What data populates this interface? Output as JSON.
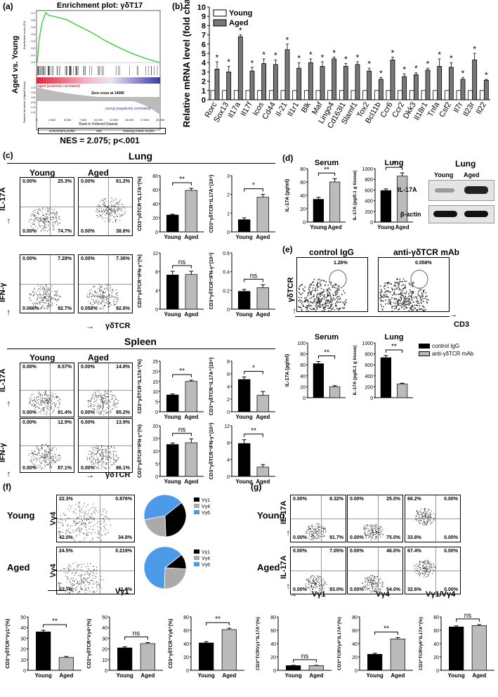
{
  "panels": {
    "a": "(a)",
    "b": "(b)",
    "c": "(c)",
    "d": "(d)",
    "e": "(e)",
    "f": "(f)",
    "g": "(g)"
  },
  "gsea": {
    "title": "Enrichment plot: γδT17",
    "side_label": "Aged vs. Young",
    "y1": "Enrichment score (ES)",
    "y2": "Ranked list metric (Signal2Noise)",
    "x_label": "Rank in Ordered Dataset",
    "pos_note": "aged (positively correlated)",
    "neg_note": "young (negatively correlated)",
    "zero_cross": "Zero cross at 14096",
    "legend": [
      "Enrichment profile",
      "Hits",
      "Ranking metric scores"
    ],
    "nes": "NES = 2.075; p<.001",
    "yticks": [
      "0.7",
      "0.6",
      "0.5",
      "0.4",
      "0.3",
      "0.2",
      "0.1",
      "0.0"
    ],
    "y2ticks": [
      "1.0",
      "0.5",
      "0.0",
      "-0.5",
      "-1.0",
      "-1.5"
    ],
    "xticks": [
      "0",
      "2,500",
      "5,000",
      "7,500",
      "10,000",
      "12,500",
      "15,000",
      "17,500",
      "20,000"
    ]
  },
  "labels": {
    "lung": "Lung",
    "spleen": "Spleen",
    "young": "Young",
    "aged": "Aged",
    "il17a": "IL-17A",
    "ifng": "IFN-γ",
    "gdtcr": "γδTCR",
    "cd3": "CD3",
    "vg4": "Vγ4",
    "vg1": "Vγ1",
    "vg14": "Vγ1/Vγ4",
    "control_igg": "control IgG",
    "anti_gdtcr": "anti-γδTCR mAb",
    "serum": "Serum",
    "beta_actin": "β-actin",
    "arrow": "→"
  },
  "flow": {
    "c_lung_il17a": [
      [
        "0.00%",
        "25.3%",
        "0.00%",
        "74.7%"
      ],
      [
        "0.00%",
        "61.2%",
        "0.00%",
        "38.8%"
      ]
    ],
    "c_lung_ifng": [
      [
        "0.00%",
        "7.28%",
        "0.066%",
        "92.7%"
      ],
      [
        "0.00%",
        "7.36%",
        "0.058%",
        "92.6%"
      ]
    ],
    "c_spleen_il17a": [
      [
        "0.00%",
        "8.57%",
        "0.00%",
        "91.4%"
      ],
      [
        "0.00%",
        "14.8%",
        "0.00%",
        "85.2%"
      ]
    ],
    "c_spleen_ifng": [
      [
        "0.00%",
        "12.9%",
        "0.00%",
        "87.1%"
      ],
      [
        "0.00%",
        "13.9%",
        "0.00%",
        "86.1%"
      ]
    ],
    "e": [
      "1.26%",
      "0.058%"
    ],
    "f_young": [
      "22.3%",
      "0.876%",
      "42.0%",
      "34.8%"
    ],
    "f_aged": [
      "24.5%",
      "0.219%",
      "63.7%",
      "11.6%"
    ],
    "g_young": [
      [
        "0.00%",
        "8.32%",
        "0.00%",
        "91.7%"
      ],
      [
        "0.00%",
        "25.0%",
        "0.00%",
        "75.0%"
      ],
      [
        "66.2%",
        "0.00%",
        "33.8%",
        "0.00%"
      ]
    ],
    "g_aged": [
      [
        "0.00%",
        "7.05%",
        "0.00%",
        "93.0%"
      ],
      [
        "0.00%",
        "46.0%",
        "0.00%",
        "54.0%"
      ],
      [
        "67.4%",
        "0.00%",
        "32.6%",
        "0.00%"
      ]
    ]
  },
  "chart_data": [
    {
      "id": "b",
      "type": "bar",
      "ylabel": "Relative mRNA level (fold change)",
      "ylim": [
        0,
        10
      ],
      "yticks": [
        0,
        1,
        2,
        3,
        4,
        5,
        6,
        7,
        8,
        9,
        10
      ],
      "legend": [
        "Young",
        "Aged"
      ],
      "categories": [
        "Rorc",
        "Sox13",
        "Il17a",
        "Il17f",
        "Icos",
        "Cd44",
        "Il-21",
        "Il1r1",
        "Blk",
        "Maf",
        "Lingo4",
        "Cd163l1",
        "Slamf1",
        "Tox2",
        "Bcl11b",
        "Ccr6",
        "Ccr2",
        "Dkk3",
        "Il18r1",
        "Tnfa",
        "Csf2",
        "Il7r",
        "Il23r",
        "Il22"
      ],
      "series": [
        {
          "name": "Young",
          "values": [
            1,
            1,
            1,
            1,
            1,
            1,
            1,
            1,
            1,
            1,
            1,
            1,
            1,
            1,
            1,
            1,
            1,
            1,
            1,
            1,
            1,
            1,
            1,
            1
          ]
        },
        {
          "name": "Aged",
          "values": [
            3.3,
            3.0,
            6.8,
            3.1,
            3.9,
            3.8,
            5.4,
            3.4,
            4.0,
            3.6,
            4.4,
            3.6,
            3.8,
            3.1,
            2.2,
            4.3,
            2.5,
            2.7,
            3.2,
            3.6,
            3.5,
            2.2,
            4.3,
            2.1
          ]
        }
      ],
      "errors": [
        0.8,
        0.6,
        0.2,
        0.4,
        0.5,
        0.5,
        0.6,
        0.6,
        0.4,
        0.5,
        0.2,
        0.3,
        0.3,
        0.3,
        0.2,
        0.3,
        0.3,
        0.2,
        0.2,
        0.8,
        0.5,
        0.2,
        0.7,
        0.1
      ],
      "star": "*"
    },
    {
      "id": "c1",
      "type": "bar",
      "ylabel": "CD3⁺γδTCR⁺IL17A⁺(%)",
      "ylim": [
        0,
        80
      ],
      "yticks": [
        0,
        20,
        40,
        60,
        80
      ],
      "categories": [
        "Young",
        "Aged"
      ],
      "values": [
        24,
        59
      ],
      "errors": [
        1,
        3
      ],
      "sig": "**"
    },
    {
      "id": "c2",
      "type": "bar",
      "ylabel": "CD3⁺γδTCR⁺IL17A⁺(10⁴)",
      "ylim": [
        0,
        3
      ],
      "yticks": [
        0,
        1,
        2,
        3
      ],
      "categories": [
        "Young",
        "Aged"
      ],
      "values": [
        0.65,
        1.85
      ],
      "errors": [
        0.1,
        0.15
      ],
      "sig": "*"
    },
    {
      "id": "c3",
      "type": "bar",
      "ylabel": "CD3⁺γδTCR⁺IFN-γ⁺(%)",
      "ylim": [
        0,
        12
      ],
      "yticks": [
        0,
        4,
        8,
        12
      ],
      "categories": [
        "Young",
        "Aged"
      ],
      "values": [
        7.3,
        7.4
      ],
      "errors": [
        0.8,
        0.7
      ],
      "sig": "ns"
    },
    {
      "id": "c4",
      "type": "bar",
      "ylabel": "CD3⁺γδTCR⁺IFN-γ⁺(10⁴)",
      "ylim": [
        0,
        0.6
      ],
      "yticks": [
        0,
        0.2,
        0.4,
        0.6
      ],
      "categories": [
        "Young",
        "Aged"
      ],
      "values": [
        0.19,
        0.23
      ],
      "errors": [
        0.02,
        0.03
      ],
      "sig": "ns"
    },
    {
      "id": "c5",
      "type": "bar",
      "ylabel": "CD3⁺γδTCR⁺IL17A⁺(%)",
      "ylim": [
        0,
        25
      ],
      "yticks": [
        0,
        5,
        10,
        15,
        20,
        25
      ],
      "categories": [
        "Young",
        "Aged"
      ],
      "values": [
        8.3,
        15
      ],
      "errors": [
        0.5,
        0.6
      ],
      "sig": "**"
    },
    {
      "id": "c6",
      "type": "bar",
      "ylabel": "CD3⁺γδTCR⁺IL17A⁺(10⁴)",
      "ylim": [
        0,
        8
      ],
      "yticks": [
        0,
        2,
        4,
        6,
        8
      ],
      "categories": [
        "Young",
        "Aged"
      ],
      "values": [
        5.1,
        2.6
      ],
      "errors": [
        0.4,
        0.6
      ],
      "sig": "*"
    },
    {
      "id": "c7",
      "type": "bar",
      "ylabel": "CD3⁺γδTCR⁺IFN-γ⁺(%)",
      "ylim": [
        0,
        20
      ],
      "yticks": [
        0,
        5,
        10,
        15,
        20
      ],
      "categories": [
        "Young",
        "Aged"
      ],
      "values": [
        12.6,
        13.3
      ],
      "errors": [
        0.6,
        1.5
      ],
      "sig": "ns"
    },
    {
      "id": "c8",
      "type": "bar",
      "ylabel": "CD3⁺γδTCR⁺IFN-γ⁺(10⁴)",
      "ylim": [
        0,
        12
      ],
      "yticks": [
        0,
        4,
        8,
        12
      ],
      "categories": [
        "Young",
        "Aged"
      ],
      "values": [
        7.8,
        2.2
      ],
      "errors": [
        0.9,
        0.6
      ],
      "sig": "**"
    },
    {
      "id": "d1",
      "type": "bar",
      "title": "Serum",
      "ylabel": "IL-17A (pg/ml)",
      "ylim": [
        0,
        80
      ],
      "yticks": [
        0,
        20,
        40,
        60,
        80
      ],
      "categories": [
        "Young",
        "Aged"
      ],
      "values": [
        34,
        60
      ],
      "errors": [
        3,
        5
      ],
      "sig": "**"
    },
    {
      "id": "d2",
      "type": "bar",
      "title": "Lung",
      "ylabel": "IL-17A (pg/0.1 g tissue)",
      "ylim": [
        0,
        1000
      ],
      "yticks": [
        0,
        200,
        400,
        600,
        800,
        1000
      ],
      "categories": [
        "Young",
        "Aged"
      ],
      "values": [
        590,
        860
      ],
      "errors": [
        30,
        60
      ],
      "sig": "*"
    },
    {
      "id": "e1",
      "type": "bar",
      "title": "Serum",
      "ylabel": "IL-17A (pg/ml)",
      "ylim": [
        0,
        100
      ],
      "yticks": [
        0,
        20,
        40,
        60,
        80,
        100
      ],
      "categories": [
        "control IgG",
        "anti-γδTCR mAb"
      ],
      "values": [
        62,
        20
      ],
      "errors": [
        4,
        2
      ],
      "sig": "**"
    },
    {
      "id": "e2",
      "type": "bar",
      "title": "Lung",
      "ylabel": "IL-17A (pg/0.1 g tissue)",
      "ylim": [
        0,
        1000
      ],
      "yticks": [
        0,
        200,
        400,
        600,
        800,
        1000
      ],
      "categories": [
        "control IgG",
        "anti-γδTCR mAb"
      ],
      "values": [
        730,
        250
      ],
      "errors": [
        40,
        15
      ],
      "sig": "**"
    },
    {
      "id": "f1",
      "type": "bar",
      "ylabel": "CD3⁺γδTCR⁺Vγ1⁺(%)",
      "ylim": [
        0,
        50
      ],
      "yticks": [
        0,
        10,
        20,
        30,
        40,
        50
      ],
      "categories": [
        "Young",
        "Aged"
      ],
      "values": [
        36,
        12
      ],
      "errors": [
        1.5,
        1
      ],
      "sig": "**"
    },
    {
      "id": "f2",
      "type": "bar",
      "ylabel": "CD3⁺γδTCR⁺Vγ4⁺(%)",
      "ylim": [
        0,
        50
      ],
      "yticks": [
        0,
        10,
        20,
        30,
        40,
        50
      ],
      "categories": [
        "Young",
        "Aged"
      ],
      "values": [
        21,
        25
      ],
      "errors": [
        1,
        1
      ],
      "sig": "ns"
    },
    {
      "id": "f3",
      "type": "bar",
      "ylabel": "CD3⁺γδTCR⁺Vγ6⁺(%)",
      "ylim": [
        0,
        80
      ],
      "yticks": [
        0,
        20,
        40,
        60,
        80
      ],
      "categories": [
        "Young",
        "Aged"
      ],
      "values": [
        41,
        61
      ],
      "errors": [
        2,
        2
      ],
      "sig": "**"
    },
    {
      "id": "f_pie_young",
      "type": "pie",
      "legend": [
        "Vγ1",
        "Vγ4",
        "Vγ6"
      ],
      "values": [
        34.8,
        22.3,
        42.0
      ]
    },
    {
      "id": "f_pie_aged",
      "type": "pie",
      "legend": [
        "Vγ1",
        "Vγ4",
        "Vγ6"
      ],
      "values": [
        11.6,
        24.5,
        63.7
      ]
    },
    {
      "id": "g1",
      "type": "bar",
      "ylabel": "CD3⁺TCRVγ1⁺IL17A⁺(%)",
      "ylim": [
        0,
        80
      ],
      "yticks": [
        0,
        20,
        40,
        60,
        80
      ],
      "categories": [
        "Young",
        "Aged"
      ],
      "values": [
        7,
        7
      ],
      "errors": [
        0.5,
        0.5
      ],
      "sig": "ns"
    },
    {
      "id": "g2",
      "type": "bar",
      "ylabel": "CD3⁺TCRVγ4⁺IL17A⁺(%)",
      "ylim": [
        0,
        80
      ],
      "yticks": [
        0,
        20,
        40,
        60,
        80
      ],
      "categories": [
        "Young",
        "Aged"
      ],
      "values": [
        24,
        47
      ],
      "errors": [
        1.5,
        2
      ],
      "sig": "**"
    },
    {
      "id": "g3",
      "type": "bar",
      "ylabel": "CD3⁺TCRVγ6⁺IL17A⁺(%)",
      "ylim": [
        0,
        80
      ],
      "yticks": [
        0,
        20,
        40,
        60,
        80
      ],
      "categories": [
        "Young",
        "Aged"
      ],
      "values": [
        65,
        67
      ],
      "errors": [
        1.5,
        1.5
      ],
      "sig": "ns"
    }
  ]
}
